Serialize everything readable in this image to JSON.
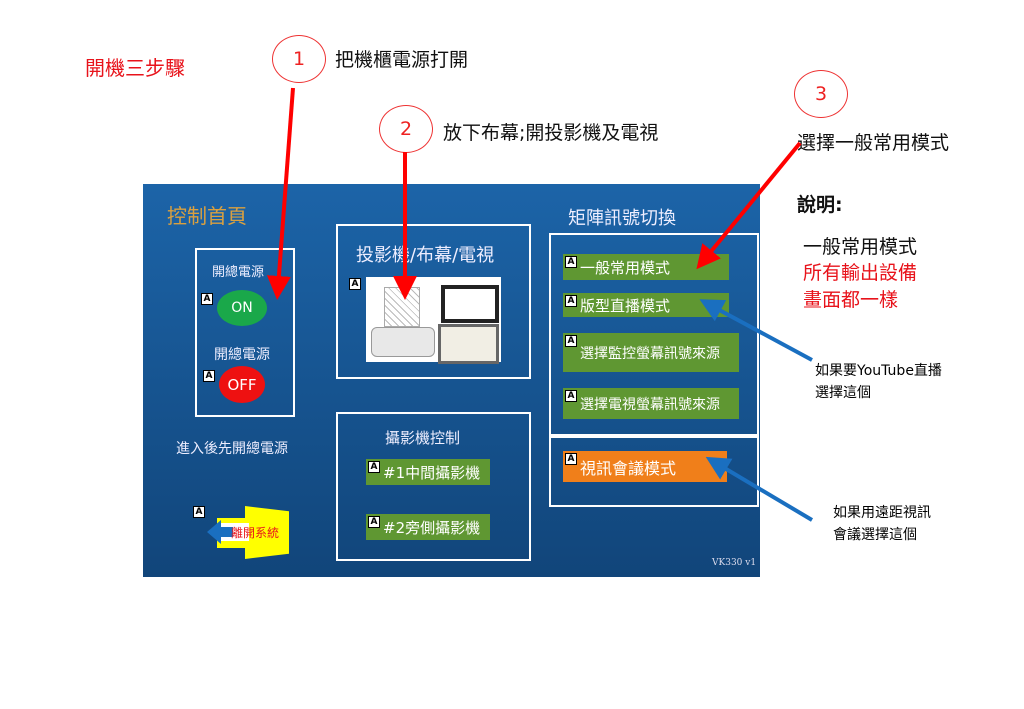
{
  "header": {
    "title": "開機三步驟"
  },
  "steps": [
    {
      "num": "1",
      "text": "把機櫃電源打開"
    },
    {
      "num": "2",
      "text": "放下布幕;開投影機及電視"
    },
    {
      "num": "3",
      "text": "選擇一般常用模式"
    }
  ],
  "notes": {
    "label": "說明:",
    "line1": "一般常用模式",
    "line2": "所有輸出設備",
    "line3": "畫面都一樣",
    "youtube1": "如果要YouTube直播",
    "youtube2": "選擇這個",
    "video1": "如果用遠距視訊",
    "video2": "會議選擇這個"
  },
  "panel": {
    "title": "控制首頁",
    "power_label_on": "開總電源",
    "on": "ON",
    "power_label_off": "開總電源",
    "off": "OFF",
    "hint": "進入後先開總電源",
    "exit": "離開系統",
    "projector_title": "投影機/布幕/電視",
    "camera_title": "攝影機控制",
    "camera_buttons": [
      "#1中間攝影機",
      "#2旁側攝影機"
    ],
    "matrix_title": "矩陣訊號切換",
    "matrix_buttons": [
      "一般常用模式",
      "版型直播模式",
      "選擇監控螢幕訊號來源",
      "選擇電視螢幕訊號來源"
    ],
    "video_conf": "視訊會議模式",
    "version": "VK330 v1",
    "a_icon": "A"
  },
  "colors": {
    "red": "#e8131b",
    "green": "#5f9732",
    "orange": "#f07f1a",
    "blue_arrow": "#1a6fc0"
  }
}
